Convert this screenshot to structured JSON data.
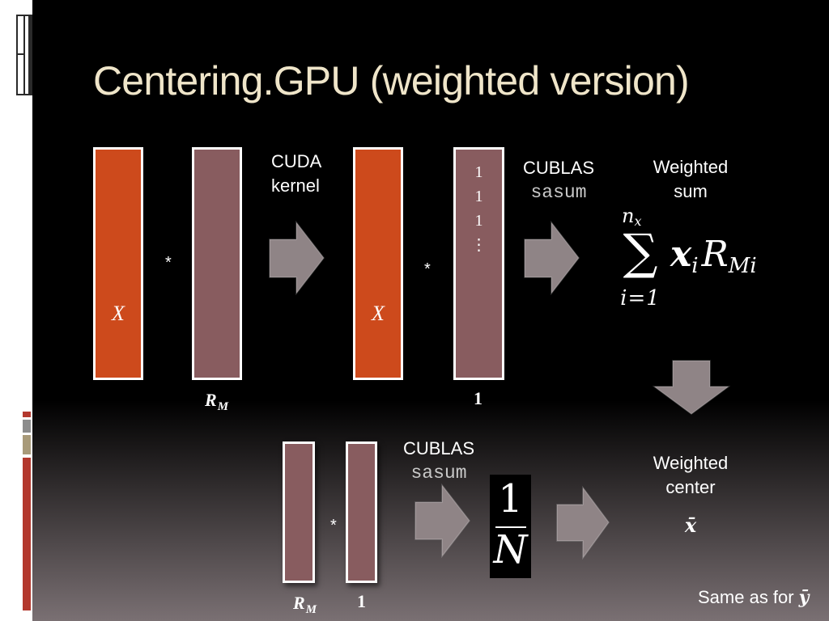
{
  "slide": {
    "title": "Centering.GPU (weighted version)"
  },
  "colors": {
    "background_top": "#000000",
    "background_bottom": "#7a7073",
    "sidebar": "#ffffff",
    "title_text": "#efe5c9",
    "body_text": "#ffffff",
    "function_text": "#c8c8c8",
    "vector_x": "#cd4a1c",
    "vector_weight": "#885c5f",
    "vector_border": "#ffffff",
    "arrow_fill": "#8f8486",
    "accent_red": "#b3382d",
    "accent_gray": "#8c8c8c",
    "accent_tan": "#a89a79"
  },
  "icons": {
    "flow_arrow": "right-arrow-icon",
    "flow_arrow_down": "down-arrow-icon",
    "sidebar_ornament": "window-ornament-icon"
  },
  "top_row": {
    "product_1": {
      "left_vector": "X",
      "operator": "*",
      "right_vector": {
        "base": "R",
        "sub": "M"
      }
    },
    "step_1": {
      "caption_line_1": "CUDA",
      "caption_line_2": "kernel"
    },
    "product_2": {
      "left_vector": "X",
      "operator": "*",
      "right_vector_entries": [
        "1",
        "1",
        "1",
        "⋮"
      ],
      "right_vector": "1"
    },
    "step_2": {
      "library": "CUBLAS",
      "function": "sasum"
    },
    "result": {
      "caption_line_1": "Weighted",
      "caption_line_2": "sum",
      "formula": {
        "operator": "∑",
        "upper_limit": {
          "base": "n",
          "sub": "x"
        },
        "lower_limit": "i=1",
        "factor_1": {
          "base": "x",
          "sub": "i"
        },
        "factor_2": {
          "base": "R",
          "sub": "Mi"
        }
      }
    }
  },
  "bottom_row": {
    "product": {
      "left_vector": {
        "base": "R",
        "sub": "M"
      },
      "operator": "*",
      "right_vector": "1"
    },
    "step_1": {
      "library": "CUBLAS",
      "function": "sasum"
    },
    "scale": {
      "numerator": "1",
      "denominator": "N"
    },
    "result": {
      "caption_line_1": "Weighted",
      "caption_line_2": "center",
      "symbol": "x̄"
    }
  },
  "footnote": {
    "text": "Same as for",
    "symbol": "ȳ"
  }
}
